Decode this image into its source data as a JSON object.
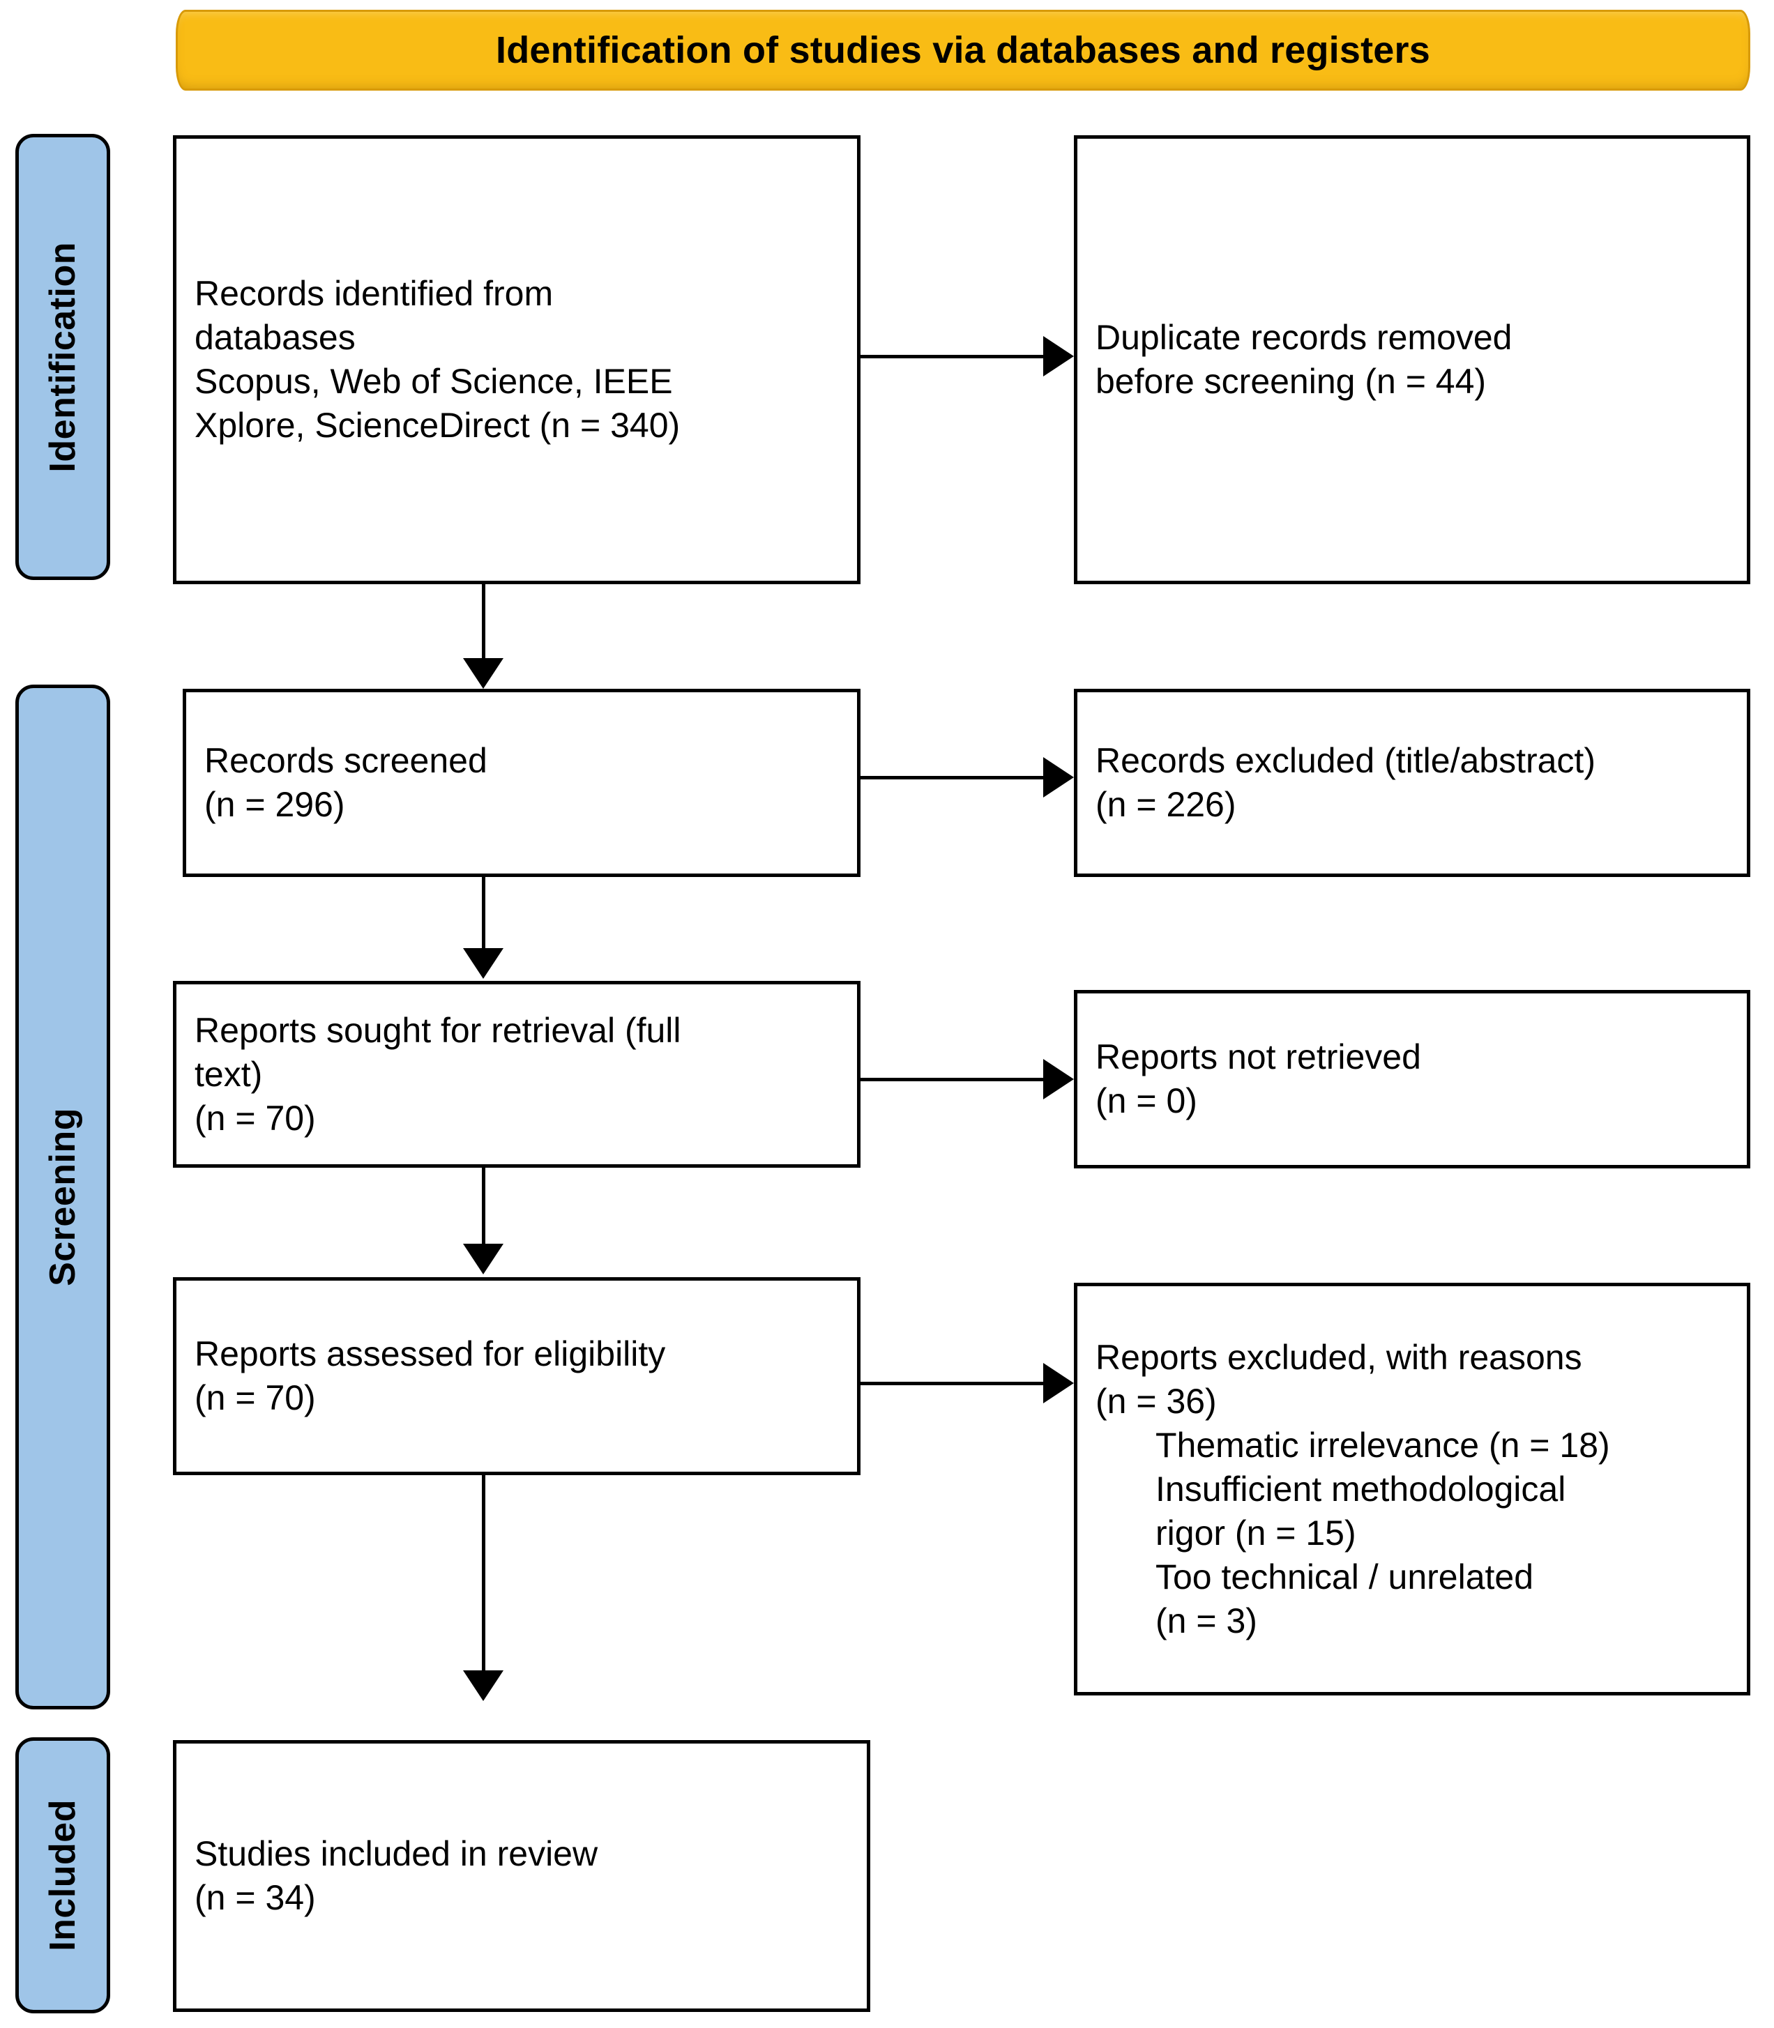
{
  "header": {
    "title": "Identification of studies via databases and registers",
    "background_color": "#F9BC15"
  },
  "stages": {
    "identification": "Identification",
    "screening": "Screening",
    "included": "Included",
    "background_color": "#9FC5E8"
  },
  "boxes": {
    "identified": "Records identified from\ndatabases\nScopus, Web of Science, IEEE\nXplore, ScienceDirect (n = 340)",
    "duplicates": "Duplicate records removed\nbefore screening (n = 44)",
    "screened": "Records screened\n(n = 296)",
    "excluded_title_abstract": "Records excluded (title/abstract)\n(n = 226)",
    "sought": "Reports sought for retrieval (full\ntext)\n(n = 70)",
    "not_retrieved": "Reports not retrieved\n(n = 0)",
    "assessed": "Reports assessed for eligibility\n(n = 70)",
    "excluded_reasons_head": "Reports excluded, with reasons\n(n = 36)",
    "excluded_reason_1": "Thematic irrelevance (n = 18)",
    "excluded_reason_2": "Insufficient methodological",
    "excluded_reason_2b": "rigor (n = 15)",
    "excluded_reason_3": "Too technical / unrelated",
    "excluded_reason_3b": "(n = 3)",
    "included": "Studies included in review\n(n = 34)"
  },
  "chart_data": {
    "type": "diagram",
    "title": "Identification of studies via databases and registers",
    "diagram_kind": "PRISMA flow diagram",
    "stages": [
      "Identification",
      "Screening",
      "Included"
    ],
    "nodes": [
      {
        "id": "identified",
        "stage": "Identification",
        "label": "Records identified from databases Scopus, Web of Science, IEEE Xplore, ScienceDirect",
        "n": 340
      },
      {
        "id": "duplicates",
        "stage": "Identification",
        "label": "Duplicate records removed before screening",
        "n": 44
      },
      {
        "id": "screened",
        "stage": "Screening",
        "label": "Records screened",
        "n": 296
      },
      {
        "id": "excluded_title_abstract",
        "stage": "Screening",
        "label": "Records excluded (title/abstract)",
        "n": 226
      },
      {
        "id": "sought",
        "stage": "Screening",
        "label": "Reports sought for retrieval (full text)",
        "n": 70
      },
      {
        "id": "not_retrieved",
        "stage": "Screening",
        "label": "Reports not retrieved",
        "n": 0
      },
      {
        "id": "assessed",
        "stage": "Screening",
        "label": "Reports assessed for eligibility",
        "n": 70
      },
      {
        "id": "excluded_reasons",
        "stage": "Screening",
        "label": "Reports excluded, with reasons",
        "n": 36,
        "sub_reasons": [
          {
            "label": "Thematic irrelevance",
            "n": 18
          },
          {
            "label": "Insufficient methodological rigor",
            "n": 15
          },
          {
            "label": "Too technical / unrelated",
            "n": 3
          }
        ]
      },
      {
        "id": "included",
        "stage": "Included",
        "label": "Studies included in review",
        "n": 34
      }
    ],
    "edges": [
      {
        "from": "identified",
        "to": "duplicates",
        "direction": "right"
      },
      {
        "from": "identified",
        "to": "screened",
        "direction": "down"
      },
      {
        "from": "screened",
        "to": "excluded_title_abstract",
        "direction": "right"
      },
      {
        "from": "screened",
        "to": "sought",
        "direction": "down"
      },
      {
        "from": "sought",
        "to": "not_retrieved",
        "direction": "right"
      },
      {
        "from": "sought",
        "to": "assessed",
        "direction": "down"
      },
      {
        "from": "assessed",
        "to": "excluded_reasons",
        "direction": "right"
      },
      {
        "from": "assessed",
        "to": "included",
        "direction": "down"
      }
    ]
  }
}
